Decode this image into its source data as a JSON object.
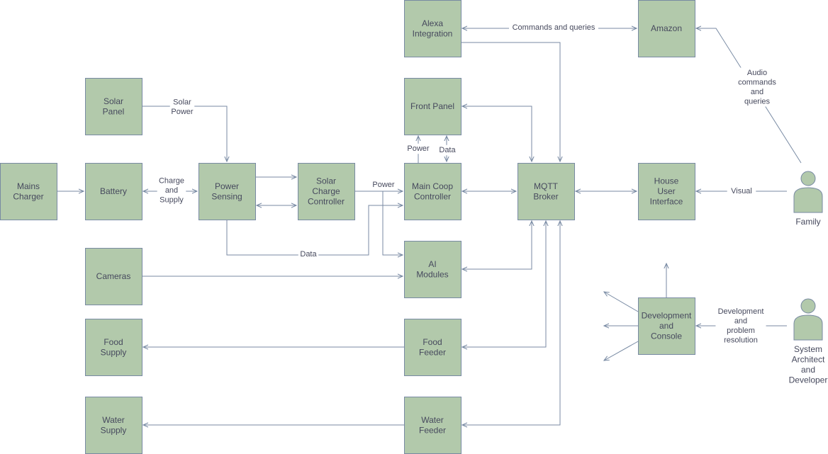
{
  "nodes": {
    "alexa": "Alexa\nIntegration",
    "amazon": "Amazon",
    "solar_panel": "Solar\nPanel",
    "front_panel": "Front Panel",
    "mains_charger": "Mains\nCharger",
    "battery": "Battery",
    "power_sensing": "Power\nSensing",
    "solar_charge": "Solar\nCharge\nController",
    "main_coop": "Main Coop\nController",
    "mqtt": "MQTT\nBroker",
    "house_ui": "House\nUser\nInterface",
    "cameras": "Cameras",
    "ai_modules": "AI\nModules",
    "food_supply": "Food\nSupply",
    "food_feeder": "Food\nFeeder",
    "water_supply": "Water\nSupply",
    "water_feeder": "Water\nFeeder",
    "dev_console": "Development\nand\nConsole"
  },
  "actors": {
    "family": "Family",
    "architect": "System\nArchitect\nand\nDeveloper"
  },
  "edge_labels": {
    "commands": "Commands and queries",
    "audio": "Audio\ncommands\nand\nqueries",
    "solar_power": "Solar\nPower",
    "charge_supply": "Charge\nand\nSupply",
    "power_fp": "Power",
    "data_fp": "Data",
    "power_main": "Power",
    "data_ps": "Data",
    "visual": "Visual",
    "dev_resolution": "Development\nand\nproblem\nresolution"
  },
  "colors": {
    "node_fill": "#b2c9ab",
    "stroke": "#788aa3",
    "text": "#46495d"
  }
}
